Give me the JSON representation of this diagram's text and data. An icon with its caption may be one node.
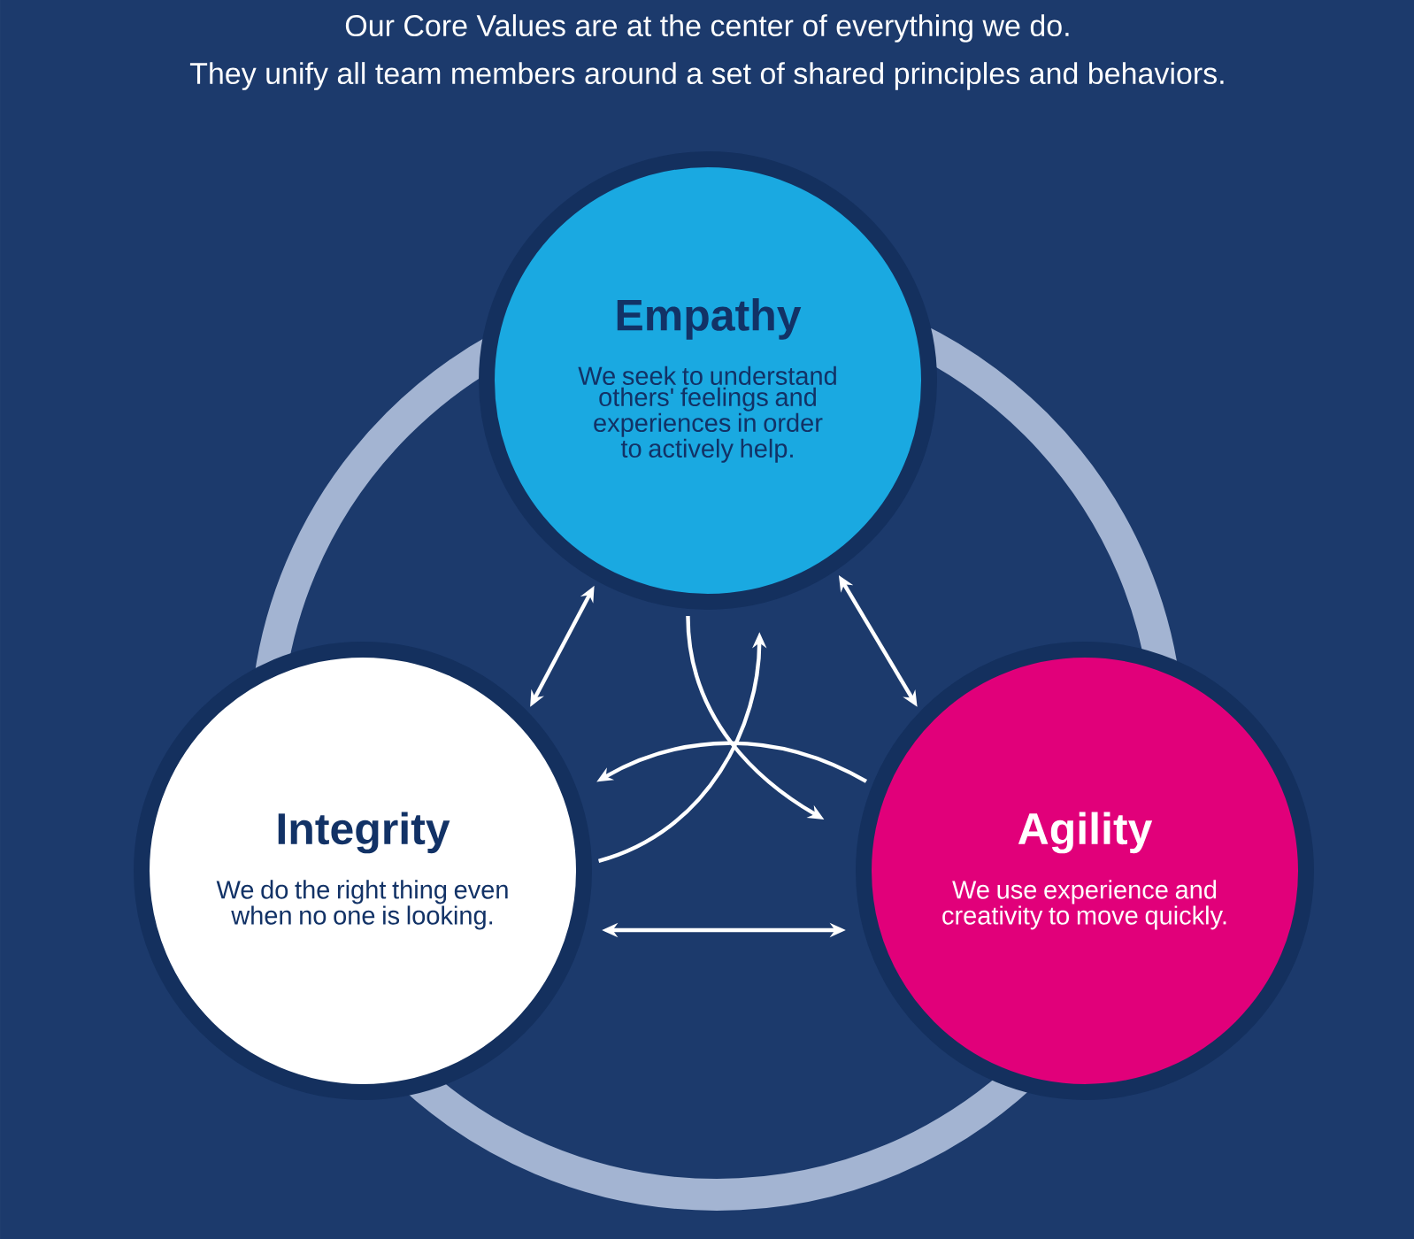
{
  "diagram": {
    "nodes": [
      {
        "text": [
          "Empathy",
          "We seek to understand others' feelings and experiences in order to actively help."
        ]
      },
      {
        "text": [
          "Integrity",
          "We do the right thing even when no one is looking."
        ]
      },
      {
        "text": [
          "Agility",
          "We use experience and creativity to move quickly."
        ]
      }
    ],
    "edges": [
      {
        "from": 0,
        "to": 1,
        "arrow": "both"
      },
      {
        "from": 0,
        "to": 2,
        "arrow": "both"
      },
      {
        "from": 1,
        "to": 2,
        "arrow": "both"
      },
      {
        "from": 0,
        "to": 2,
        "arrow": "to"
      },
      {
        "from": 2,
        "to": 1,
        "arrow": "to"
      },
      {
        "from": 1,
        "to": 0,
        "arrow": "to"
      }
    ],
    "labels": [
      "Our Core Values are at the center of everything we do.",
      "They unify all team members around a set of shared principles and behaviors."
    ]
  }
}
